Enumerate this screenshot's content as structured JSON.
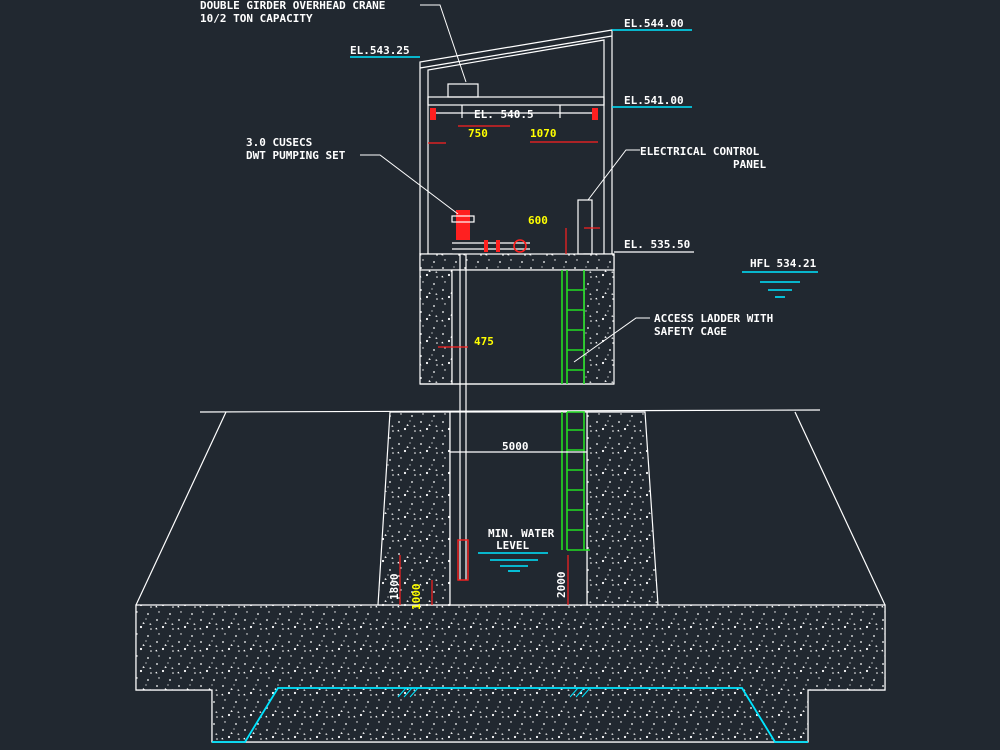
{
  "colors": {
    "background": "#212830",
    "line": "#ffffff",
    "dimension": "#ff2020",
    "dim_text": "#ffff00",
    "elevation_underline": "#00e5ff",
    "ladder": "#22dd22"
  },
  "labels": {
    "crane_line1": "DOUBLE GIRDER OVERHEAD CRANE",
    "crane_line2": "10/2 TON CAPACITY",
    "pump_line1": "3.0 CUSECS",
    "pump_line2": "DWT PUMPING SET",
    "panel_line1": "ELECTRICAL CONTROL",
    "panel_line2": "PANEL",
    "ladder_line1": "ACCESS LADDER WITH",
    "ladder_line2": "SAFETY CAGE",
    "min_water_line1": "MIN. WATER",
    "min_water_line2": "LEVEL",
    "hfl": "HFL 534.21"
  },
  "elevations": {
    "roof_left": "EL.543.25",
    "roof_right": "EL.544.00",
    "crane_rail": "EL.541.00",
    "crane_beam": "EL. 540.5",
    "floor": "EL. 535.50"
  },
  "dimensions": {
    "d750": "750",
    "d1070": "1070",
    "d600": "600",
    "d475": "475",
    "d5000": "5000",
    "d1800": "1800",
    "d1000": "1000",
    "d2000": "2000"
  }
}
